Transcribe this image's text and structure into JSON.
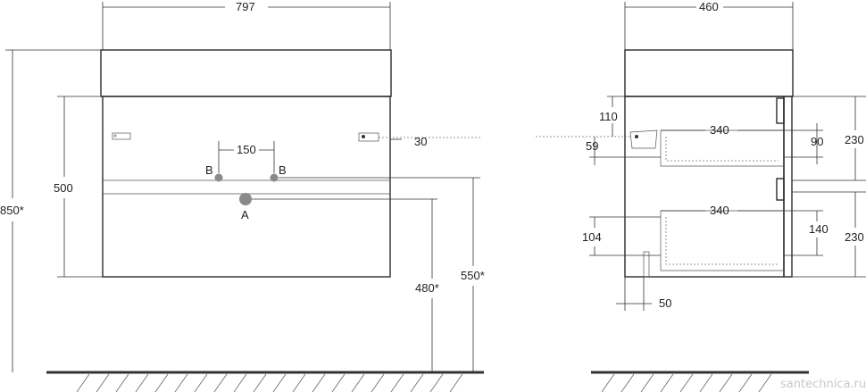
{
  "front_view": {
    "width": "797",
    "height_total": "850*",
    "facade_height": "500",
    "pipe_spacing": "150",
    "bracket_offset": "30",
    "label_b_left": "B",
    "label_b_right": "B",
    "label_a": "A",
    "drain_height": "480*",
    "inlet_height": "550*"
  },
  "side_view": {
    "depth": "460",
    "top_offset": "110",
    "bracket_height": "59",
    "drawer_top_depth": "340",
    "drawer_top_inner": "90",
    "drawer_top_outer": "230",
    "drawer_bottom_depth": "340",
    "drawer_bottom_clearance": "104",
    "drawer_bottom_inner": "140",
    "drawer_bottom_outer": "230",
    "back_gap": "50"
  },
  "watermark": "santechnica.ru",
  "colors": {
    "line": "#2b2b2b",
    "connector": "#8a8a8a",
    "floor": "#333333"
  }
}
